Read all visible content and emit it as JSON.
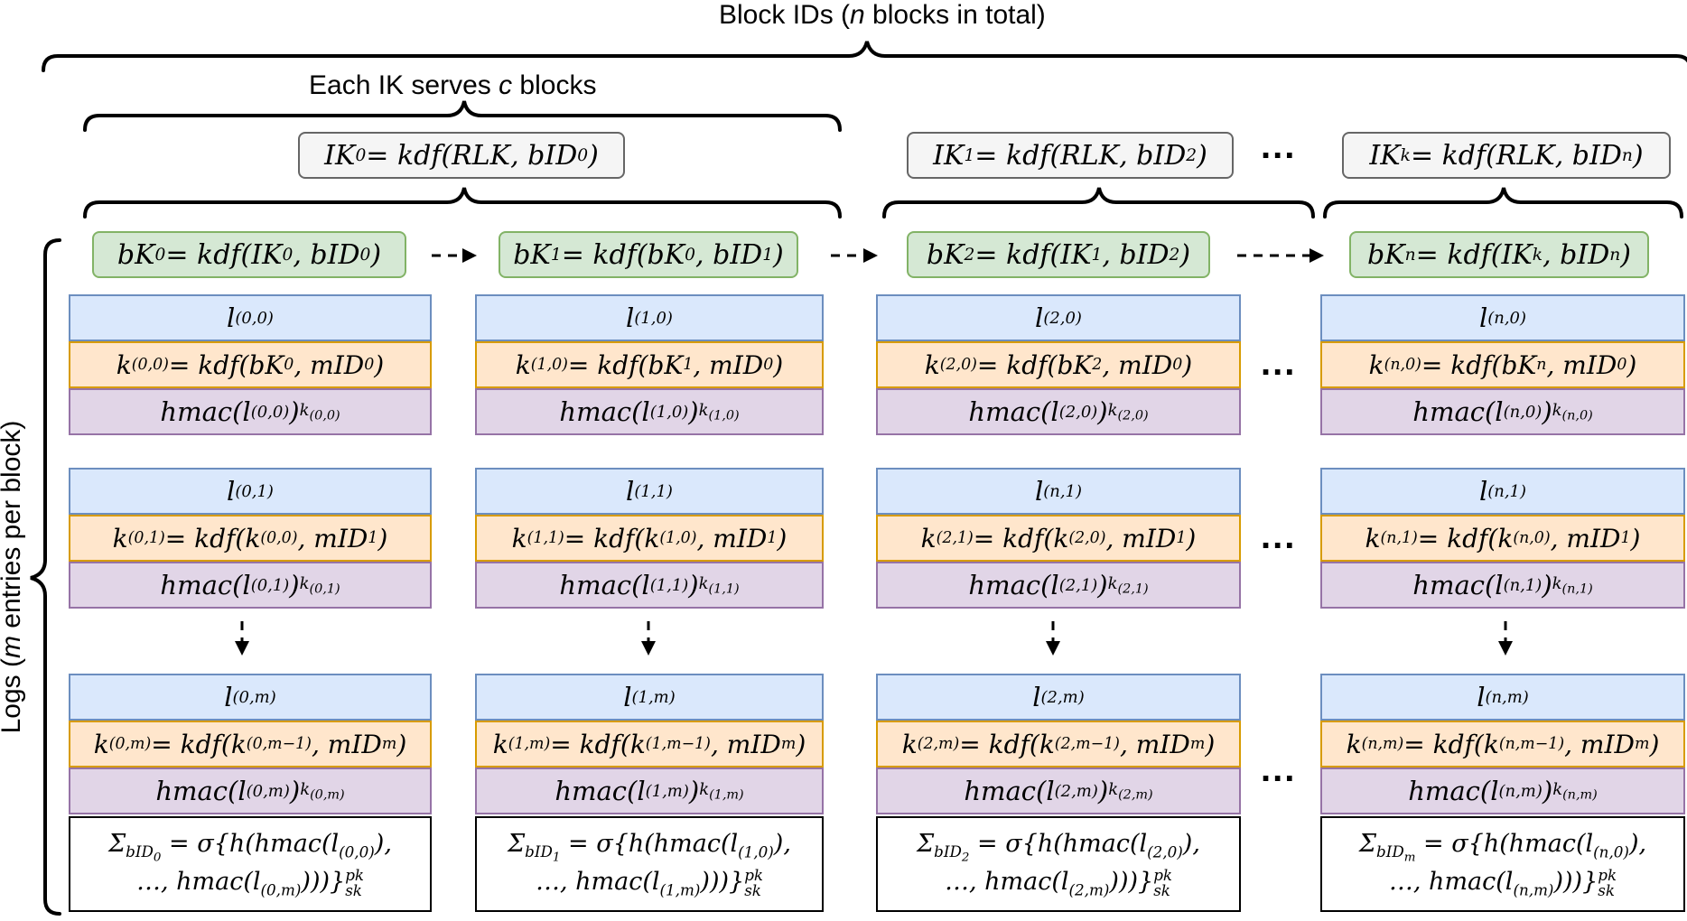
{
  "header": {
    "block_ids_prefix": "Block IDs (",
    "block_ids_var": "n",
    "block_ids_suffix": " blocks in total)",
    "ik_serves_prefix": "Each IK serves ",
    "ik_serves_var": "c",
    "ik_serves_suffix": " blocks"
  },
  "side_label": {
    "prefix": "Logs (",
    "var": "m",
    "suffix": " entries per block)"
  },
  "ellipsis": "...",
  "intermediate_keys": [
    {
      "name": "IK",
      "sub": "0",
      "eq": " = kdf(RLK, bID",
      "arg_sub": "0",
      "close": ")"
    },
    {
      "name": "IK",
      "sub": "1",
      "eq": " = kdf(RLK, bID",
      "arg_sub": "2",
      "close": ")"
    },
    {
      "name": "IK",
      "sub": "k",
      "eq": " = kdf(RLK, bID",
      "arg_sub": "n",
      "close": ")"
    }
  ],
  "block_keys": [
    {
      "name": "bK",
      "sub": "0",
      "eq": " = kdf(IK",
      "parent_sub": "0",
      "mid": ", bID",
      "arg_sub": "0",
      "close": ")"
    },
    {
      "name": "bK",
      "sub": "1",
      "eq": " = kdf(bK",
      "parent_sub": "0",
      "mid": ", bID",
      "arg_sub": "1",
      "close": ")"
    },
    {
      "name": "bK",
      "sub": "2",
      "eq": " = kdf(IK",
      "parent_sub": "1",
      "mid": ", bID",
      "arg_sub": "2",
      "close": ")"
    },
    {
      "name": "bK",
      "sub": "n",
      "eq": " = kdf(IK",
      "parent_sub": "k",
      "mid": ", bID",
      "arg_sub": "n",
      "close": ")"
    }
  ],
  "columns": [
    {
      "entries": [
        {
          "l": "(0,0)",
          "k_sub": "(0,0)",
          "k_eq": " = kdf(bK",
          "k_parent": "0",
          "k_mid": ", mID",
          "k_arg": "0",
          "h_l": "(0,0)",
          "h_k": "(0,0)"
        },
        {
          "l": "(0,1)",
          "k_sub": "(0,1)",
          "k_eq": " = kdf(k",
          "k_parent": "(0,0)",
          "k_mid": ", mID",
          "k_arg": "1",
          "h_l": "(0,1)",
          "h_k": "(0,1)"
        },
        {
          "l": "(0,m)",
          "k_sub": "(0,m)",
          "k_eq": " = kdf(k",
          "k_parent": "(0,m−1)",
          "k_mid": ", mID",
          "k_arg": "m",
          "h_l": "(0,m)",
          "h_k": "(0,m)"
        }
      ],
      "sig": {
        "sub": "bID",
        "sub2": "0",
        "line1_mid": " = σ{h(hmac(l",
        "first": "(0,0)",
        "line1_end": "),",
        "line2_pre": "…, hmac(l",
        "last": "(0,m)",
        "line2_end": ")))}",
        "sup": "pk",
        "subsk": "sk"
      }
    },
    {
      "entries": [
        {
          "l": "(1,0)",
          "k_sub": "(1,0)",
          "k_eq": " = kdf(bK",
          "k_parent": "1",
          "k_mid": ", mID",
          "k_arg": "0",
          "h_l": "(1,0)",
          "h_k": "(1,0)"
        },
        {
          "l": "(1,1)",
          "k_sub": "(1,1)",
          "k_eq": " = kdf(k",
          "k_parent": "(1,0)",
          "k_mid": ", mID",
          "k_arg": "1",
          "h_l": "(1,1)",
          "h_k": "(1,1)"
        },
        {
          "l": "(1,m)",
          "k_sub": "(1,m)",
          "k_eq": " = kdf(k",
          "k_parent": "(1,m−1)",
          "k_mid": ", mID",
          "k_arg": "m",
          "h_l": "(1,m)",
          "h_k": "(1,m)"
        }
      ],
      "sig": {
        "sub": "bID",
        "sub2": "1",
        "line1_mid": " = σ{h(hmac(l",
        "first": "(1,0)",
        "line1_end": "),",
        "line2_pre": "…, hmac(l",
        "last": "(1,m)",
        "line2_end": ")))}",
        "sup": "pk",
        "subsk": "sk"
      }
    },
    {
      "entries": [
        {
          "l": "(2,0)",
          "k_sub": "(2,0)",
          "k_eq": " = kdf(bK",
          "k_parent": "2",
          "k_mid": ", mID",
          "k_arg": "0",
          "h_l": "(2,0)",
          "h_k": "(2,0)"
        },
        {
          "l": "(n,1)",
          "k_sub": "(2,1)",
          "k_eq": " = kdf(k",
          "k_parent": "(2,0)",
          "k_mid": ", mID",
          "k_arg": "1",
          "h_l": "(2,1)",
          "h_k": "(2,1)"
        },
        {
          "l": "(2,m)",
          "k_sub": "(2,m)",
          "k_eq": " = kdf(k",
          "k_parent": "(2,m−1)",
          "k_mid": ", mID",
          "k_arg": "m",
          "h_l": "(2,m)",
          "h_k": "(2,m)"
        }
      ],
      "sig": {
        "sub": "bID",
        "sub2": "2",
        "line1_mid": " = σ{h(hmac(l",
        "first": "(2,0)",
        "line1_end": "),",
        "line2_pre": "…, hmac(l",
        "last": "(2,m)",
        "line2_end": ")))}",
        "sup": "pk",
        "subsk": "sk"
      }
    },
    {
      "entries": [
        {
          "l": "(n,0)",
          "k_sub": "(n,0)",
          "k_eq": " = kdf(bK",
          "k_parent": "n",
          "k_mid": ", mID",
          "k_arg": "0",
          "h_l": "(n,0)",
          "h_k": "(n,0)"
        },
        {
          "l": "(n,1)",
          "k_sub": "(n,1)",
          "k_eq": " = kdf(k",
          "k_parent": "(n,0)",
          "k_mid": ", mID",
          "k_arg": "1",
          "h_l": "(n,1)",
          "h_k": "(n,1)"
        },
        {
          "l": "(n,m)",
          "k_sub": "(n,m)",
          "k_eq": " = kdf(k",
          "k_parent": "(n,m−1)",
          "k_mid": ", mID",
          "k_arg": "m",
          "h_l": "(n,m)",
          "h_k": "(n,m)"
        }
      ],
      "sig": {
        "sub": "bID",
        "sub2": "m",
        "line1_mid": " = σ{h(hmac(l",
        "first": "(n,0)",
        "line1_end": "),",
        "line2_pre": "…, hmac(l",
        "last": "(n,m)",
        "line2_end": ")))}",
        "sup": "pk",
        "subsk": "sk"
      }
    }
  ],
  "colors": {
    "log_fill": "#dae8fc",
    "log_stroke": "#6c8ebf",
    "key_fill": "#ffe6cc",
    "key_stroke": "#d79b00",
    "hmac_fill": "#e1d5e7",
    "hmac_stroke": "#9673a6",
    "bk_fill": "#d5e8d4",
    "bk_stroke": "#82b366",
    "ik_fill": "#f5f5f5",
    "ik_stroke": "#666666"
  }
}
